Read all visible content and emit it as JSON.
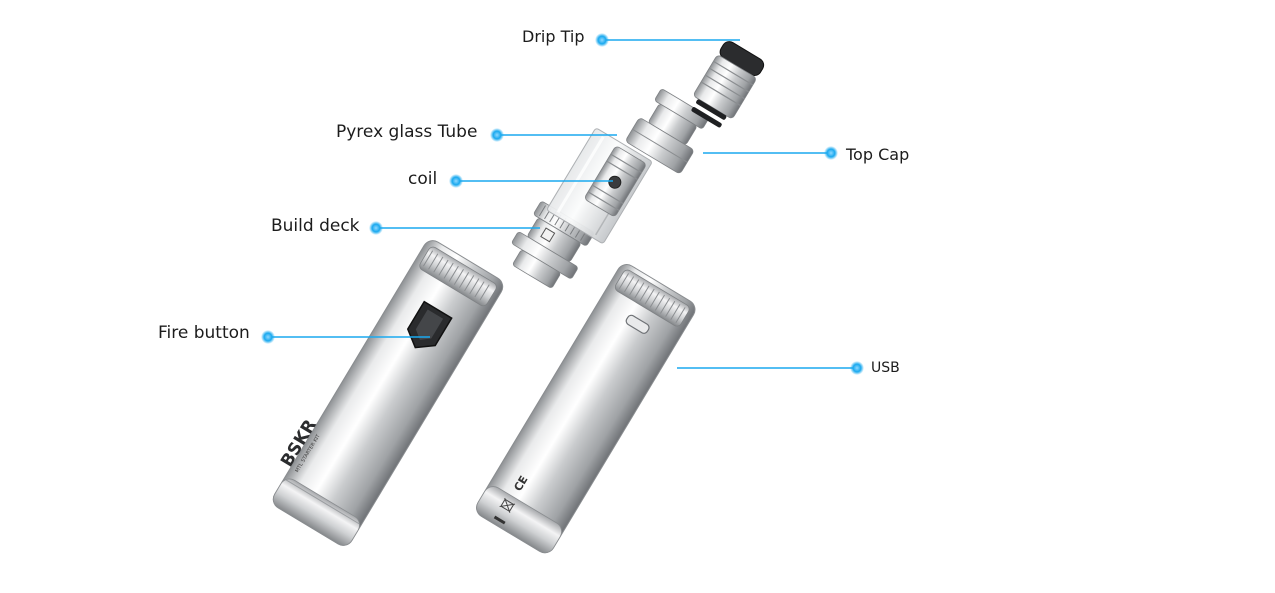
{
  "diagram": {
    "accent_color": "#1aa9ef",
    "metal_color": "#d4d6d8",
    "labels": {
      "drip_tip": "Drip Tip",
      "pyrex_tube": "Pyrex glass Tube",
      "coil": "coil",
      "build_deck": "Build deck",
      "fire_button": "Fire button",
      "top_cap": "Top Cap",
      "usb": "USB"
    },
    "battery_left": {
      "brand": "BSKR",
      "subtitle": "MTL STARTER KIT"
    },
    "battery_right": {
      "mark": "CE"
    }
  }
}
